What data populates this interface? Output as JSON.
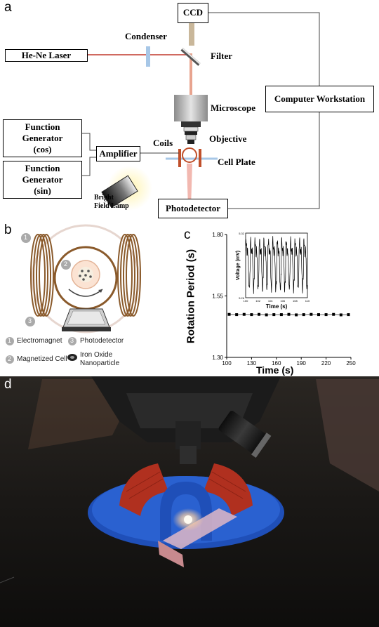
{
  "panels": {
    "a": "a",
    "b": "b",
    "c": "c",
    "d": "d"
  },
  "setup": {
    "ccd": "CCD",
    "laser": "He-Ne Laser",
    "condenser": "Condenser",
    "filter": "Filter",
    "microscope": "Microscope",
    "computer": "Computer Workstation",
    "objective": "Objective",
    "coils": "Coils",
    "cell_plate": "Cell Plate",
    "fg_cos_1": "Function",
    "fg_cos_2": "Generator",
    "fg_cos_3": "(cos)",
    "fg_sin_1": "Function",
    "fg_sin_2": "Generator",
    "fg_sin_3": "(sin)",
    "amplifier": "Amplifier",
    "lamp_1": "Bright",
    "lamp_2": "Field Lamp",
    "photodetector": "Photodetector"
  },
  "legend": {
    "n1": "1",
    "n2": "2",
    "n3": "3",
    "electromagnet": "Electromagnet",
    "magnetized_cell": "Magnetized Cell",
    "photodetector": "Photodetector",
    "iron_oxide_1": "Iron Oxide",
    "iron_oxide_2": "Nanoparticle"
  },
  "colors": {
    "laser": "#c0392b",
    "coil": "#8a5a2b",
    "plate": "#a7c7e7",
    "blue_mount": "#1f4fb8"
  },
  "chart_data": [
    {
      "type": "scatter",
      "xlabel": "Time (s)",
      "ylabel": "Rotation Period (s)",
      "xlim": [
        100,
        250
      ],
      "ylim": [
        1.3,
        1.8
      ],
      "xticks": [
        "100",
        "130",
        "160",
        "190",
        "220",
        "250"
      ],
      "yticks": [
        "1.30",
        "1.55",
        "1.80"
      ],
      "x": [
        103,
        112,
        121,
        130,
        139,
        148,
        157,
        166,
        175,
        184,
        193,
        202,
        211,
        220,
        229,
        238,
        247
      ],
      "y": [
        1.475,
        1.474,
        1.475,
        1.474,
        1.475,
        1.473,
        1.474,
        1.474,
        1.475,
        1.473,
        1.474,
        1.475,
        1.474,
        1.474,
        1.475,
        1.473,
        1.474
      ]
    },
    {
      "type": "line",
      "xlabel": "Time (s)",
      "ylabel": "Voltage (mV)",
      "xlim": [
        100,
        110
      ],
      "ylim": [
        5.26,
        5.32
      ],
      "xticks": [
        "100",
        "102",
        "104",
        "106",
        "108",
        "110"
      ],
      "yticks": [
        "5.26",
        "5.32"
      ],
      "period_s": 0.72
    }
  ]
}
